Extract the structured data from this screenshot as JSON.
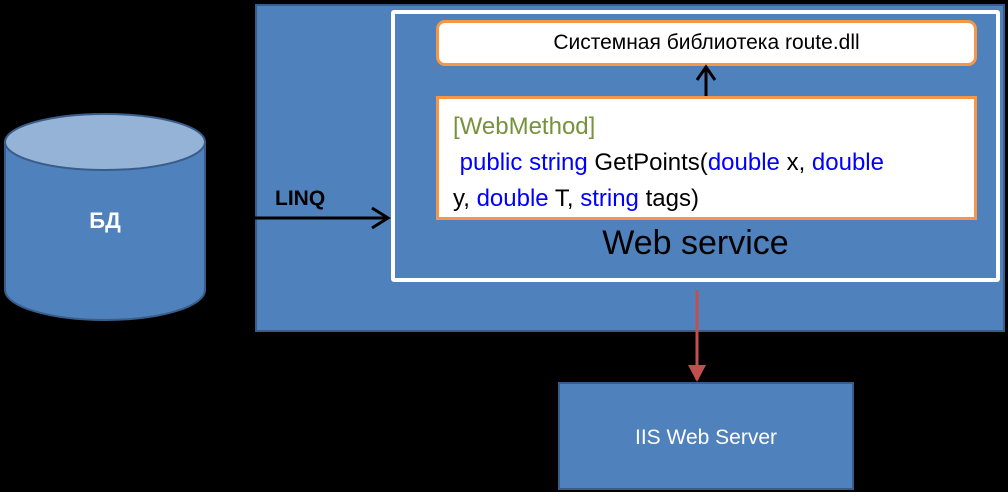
{
  "database": {
    "label": "БД"
  },
  "connection": {
    "label": "LINQ"
  },
  "library": {
    "label": "Системная библиотека route.dll"
  },
  "code": {
    "attribute": "[WebMethod]",
    "kw_public": "public",
    "kw_string1": "string",
    "method": "GetPoints(",
    "kw_double1": "double",
    "param_x": "x,",
    "kw_double2": "double",
    "param_y": "y,",
    "kw_double3": "double",
    "param_T": "T,",
    "kw_string2": "string",
    "param_tags": "tags)"
  },
  "web_service": {
    "label": "Web service"
  },
  "iis": {
    "label": "IIS Web Server"
  },
  "colors": {
    "container_blue": "#4f81bd",
    "border_orange": "#f79646",
    "keyword_blue": "#0000ff",
    "attribute_green": "#76923c",
    "arrow_red": "#c0504d"
  }
}
